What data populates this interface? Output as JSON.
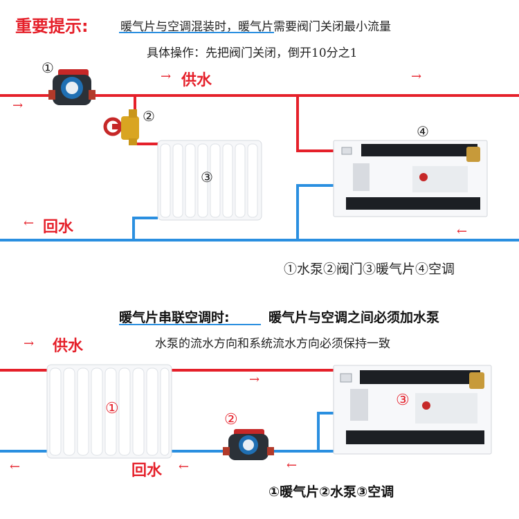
{
  "top": {
    "title": "重要提示:",
    "note_line1": "暖气片与空调混装时，暖气片需要阀门关闭最小流量",
    "note_line2": "具体操作：先把阀门关闭，倒开10分之1",
    "supply_label": "供水",
    "return_label": "回水",
    "marker_pump": "①",
    "marker_valve": "②",
    "marker_radiator": "③",
    "marker_ac": "④",
    "legend": "①水泵②阀门③暖气片④空调"
  },
  "bottom": {
    "title": "暖气片串联空调时:",
    "note_line1": "暖气片与空调之间必须加水泵",
    "note_line2": "水泵的流水方向和系统流水方向必须保持一致",
    "supply_label": "供水",
    "return_label": "回水",
    "marker_radiator": "①",
    "marker_pump": "②",
    "marker_ac": "③",
    "legend": "①暖气片②水泵③空调"
  },
  "arrows": {
    "right": "→",
    "left": "←"
  },
  "colors": {
    "supply_pipe": "#e5202a",
    "return_pipe": "#2a8fe0",
    "accent_red": "#e5202a",
    "title_underline": "#2a8fe0"
  }
}
